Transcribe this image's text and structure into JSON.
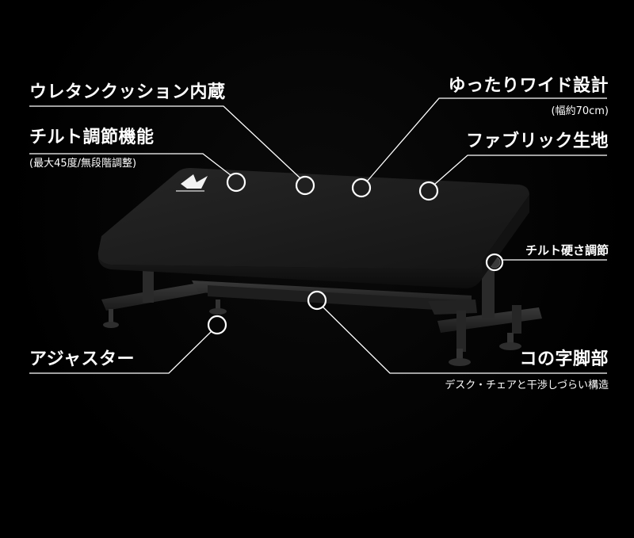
{
  "colors": {
    "background": "#000000",
    "cushion": "#1a1a1a",
    "frame": "#2b2b2b",
    "callout": "#ffffff"
  },
  "callouts": {
    "urethane": "ウレタンクッション内蔵",
    "tilt": "チルト調節機能",
    "tilt_note": "(最大45度/無段階調整)",
    "wide": "ゆったりワイド設計",
    "wide_note": "(幅約70cm)",
    "fabric": "ファブリック生地",
    "tilt_stiffness": "チルト硬さ調節",
    "adjuster": "アジャスター",
    "base": "コの字脚部",
    "base_note": "デスク・チェアと干渉しづらい構造"
  }
}
